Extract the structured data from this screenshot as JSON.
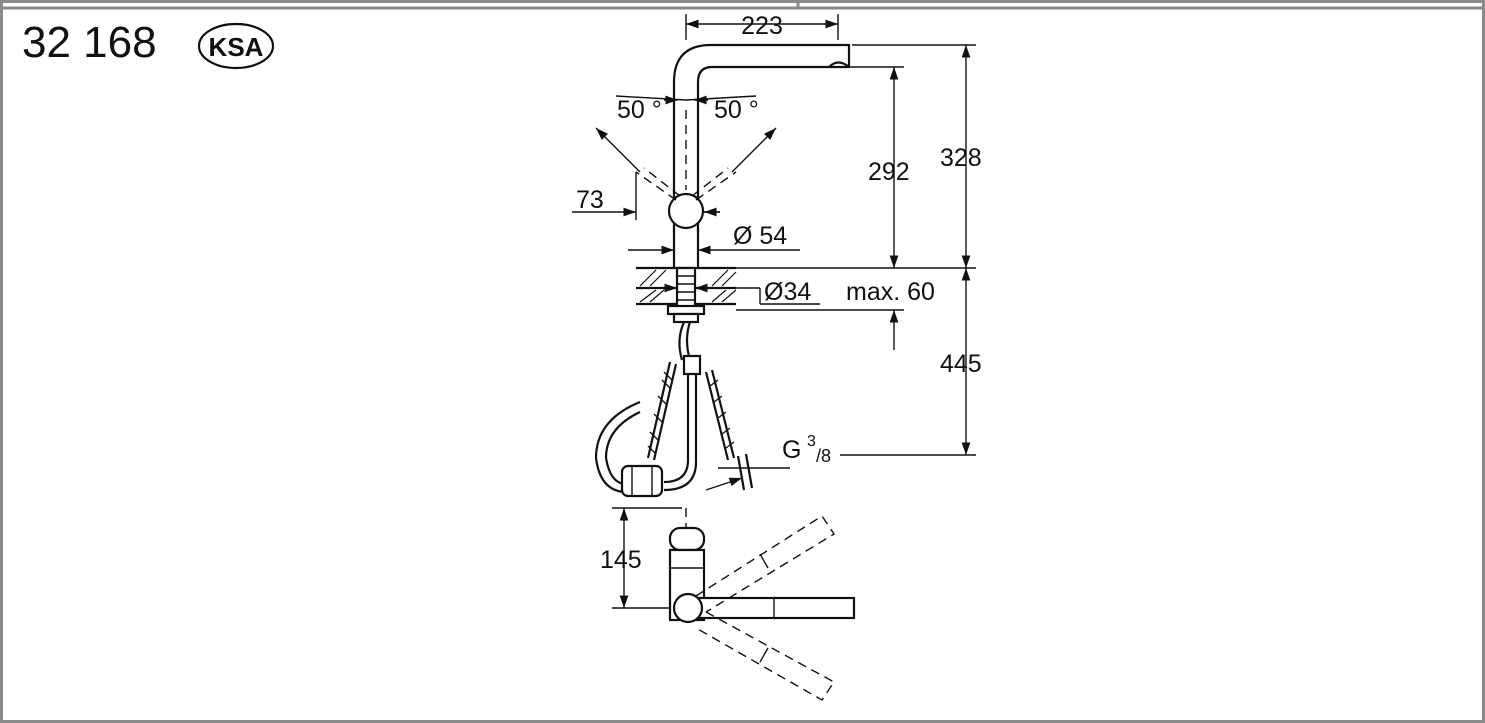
{
  "header": {
    "model_number": "32 168",
    "badge": "KSA"
  },
  "dimensions": {
    "top_reach": "223",
    "swivel_left": "50 °",
    "swivel_right": "50 °",
    "handle_offset": "73",
    "body_diameter": "Ø 54",
    "hole_diameter": "Ø34",
    "max_thickness": "max. 60",
    "spout_height": "292",
    "total_height": "328",
    "below_counter": "445",
    "connection_thread": "G",
    "thread_numerator": "3",
    "thread_denominator": "/8",
    "plan_depth": "145"
  },
  "colors": {
    "line": "#111111",
    "frame": "#8a8a8a",
    "background": "#ffffff"
  }
}
